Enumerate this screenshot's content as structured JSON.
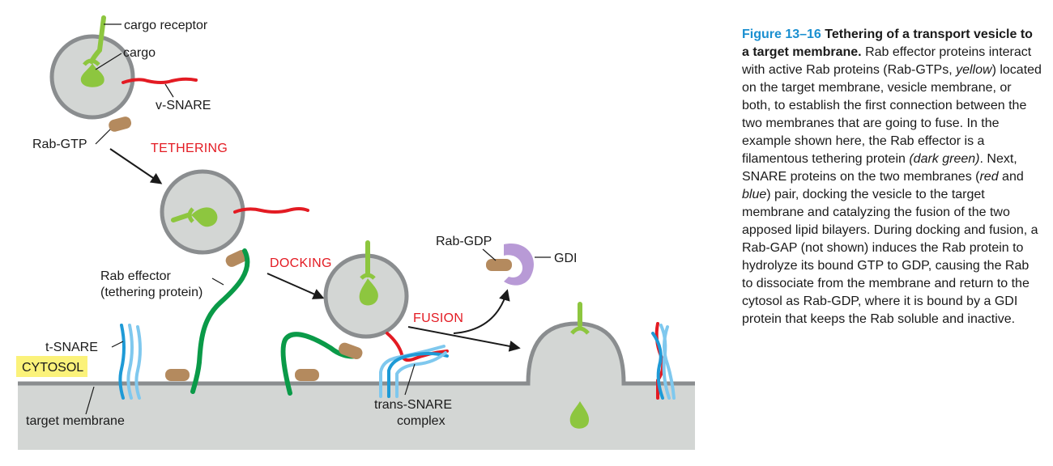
{
  "labels": {
    "cargo_receptor": "cargo receptor",
    "cargo": "cargo",
    "v_snare": "v-SNARE",
    "rab_gtp": "Rab-GTP",
    "rab_effector_line1": "Rab effector",
    "rab_effector_line2": "(tethering protein)",
    "t_snare": "t-SNARE",
    "cytosol": "CYTOSOL",
    "target_membrane": "target membrane",
    "trans_snare_line1": "trans-SNARE",
    "trans_snare_line2": "complex",
    "rab_gdp": "Rab-GDP",
    "gdi": "GDI"
  },
  "stages": {
    "tethering": "TETHERING",
    "docking": "DOCKING",
    "fusion": "FUSION"
  },
  "caption": {
    "figure_number": "Figure 13–16",
    "title": "Tethering of a transport vesicle to a target membrane.",
    "s1": "Rab effector proteins interact with active Rab proteins (Rab-GTPs, ",
    "s1_italic": "yellow",
    "s2": ") located on the target membrane, vesicle membrane, or both, to establish the first connection between the two membranes that are going to fuse. In the example shown here, the Rab effector is a filamentous tethering protein ",
    "s2_italic": "(dark green)",
    "s3": ". Next, SNARE proteins on the two membranes (",
    "s3_italic_red": "red",
    "s3_and": " and ",
    "s3_italic_blue": "blue",
    "s4": ") pair, docking the vesicle to the target membrane and catalyzing the fusion of the two apposed lipid bilayers. During docking and fusion, a Rab-GAP (not shown) induces the Rab protein to hydrolyze its bound GTP to GDP, causing the Rab to dissociate from the membrane and return to the cytosol as Rab-GDP, where it is bound by a GDI protein that keeps the Rab soluble and inactive."
  },
  "colors": {
    "membrane": "#8a8d8f",
    "vesicle_fill": "#d3d6d4",
    "cytosol_bg": "#d3d6d4",
    "cargo_green": "#8dc63f",
    "tether_green": "#0a9a48",
    "rab_brown": "#b48a5e",
    "v_snare_red": "#e31b23",
    "t_snare_blue": "#1e9ad6",
    "t_snare_light_blue": "#7fc8ee",
    "gdi_purple": "#b89ad6",
    "stage_red": "#e31b23",
    "cytosol_tag": "#fbf27a",
    "figure_blue": "#1a8fd0"
  }
}
